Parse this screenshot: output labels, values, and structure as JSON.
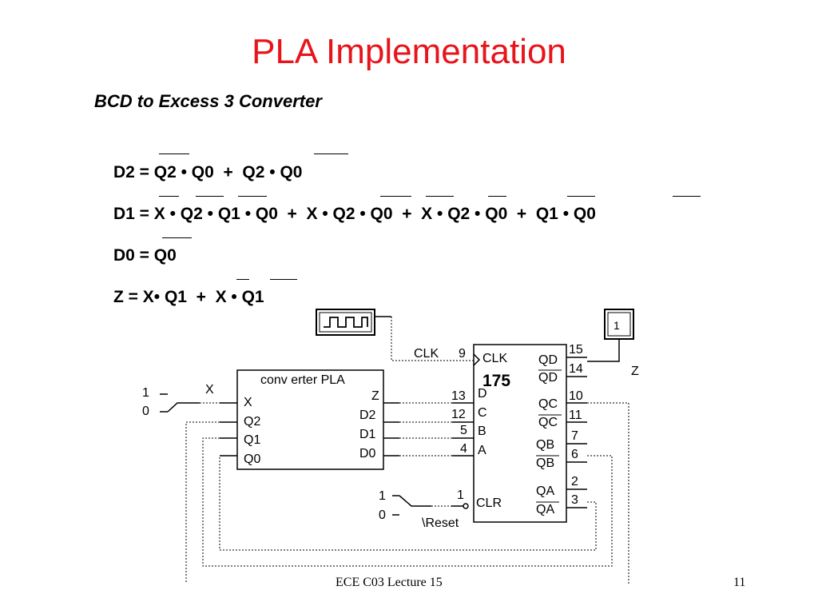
{
  "slide": {
    "title": "PLA Implementation",
    "subtitle": "BCD to Excess 3 Converter",
    "title_color": "#e8141b"
  },
  "equations": {
    "d2": "D2 = Q2 • Q0  +  Q2 • Q0",
    "d1": "D1 = X • Q2 • Q1 • Q0  +  X • Q2 • Q0  +  X • Q2 • Q0  +  Q1 • Q0",
    "d0": "D0 = Q0",
    "z": "Z = X• Q1  +  X • Q1"
  },
  "circuit": {
    "clk_label": "CLK",
    "clk_pin": "9",
    "chip_clk": "CLK",
    "chip_number": "175",
    "pla_title": "conv erter PLA",
    "pla_inputs": [
      "X",
      "Q2",
      "Q1",
      "Q0"
    ],
    "pla_outputs": [
      "Z",
      "D2",
      "D1",
      "D0"
    ],
    "chip_inputs": [
      "D",
      "C",
      "B",
      "A"
    ],
    "chip_input_pins": [
      "13",
      "12",
      "5",
      "4"
    ],
    "chip_outputs": [
      "QD",
      "QD",
      "QC",
      "QC",
      "QB",
      "QB",
      "QA",
      "QA"
    ],
    "chip_output_pins": [
      "15",
      "14",
      "10",
      "11",
      "7",
      "6",
      "2",
      "3"
    ],
    "clr_label": "CLR",
    "clr_pin": "1",
    "reset_label": "\\Reset",
    "switch_x_label": "X",
    "switch_levels": [
      "1",
      "0"
    ],
    "probe_value": "1",
    "output_label": "Z"
  },
  "footer": {
    "course": "ECE C03 Lecture 15",
    "page": "11"
  }
}
